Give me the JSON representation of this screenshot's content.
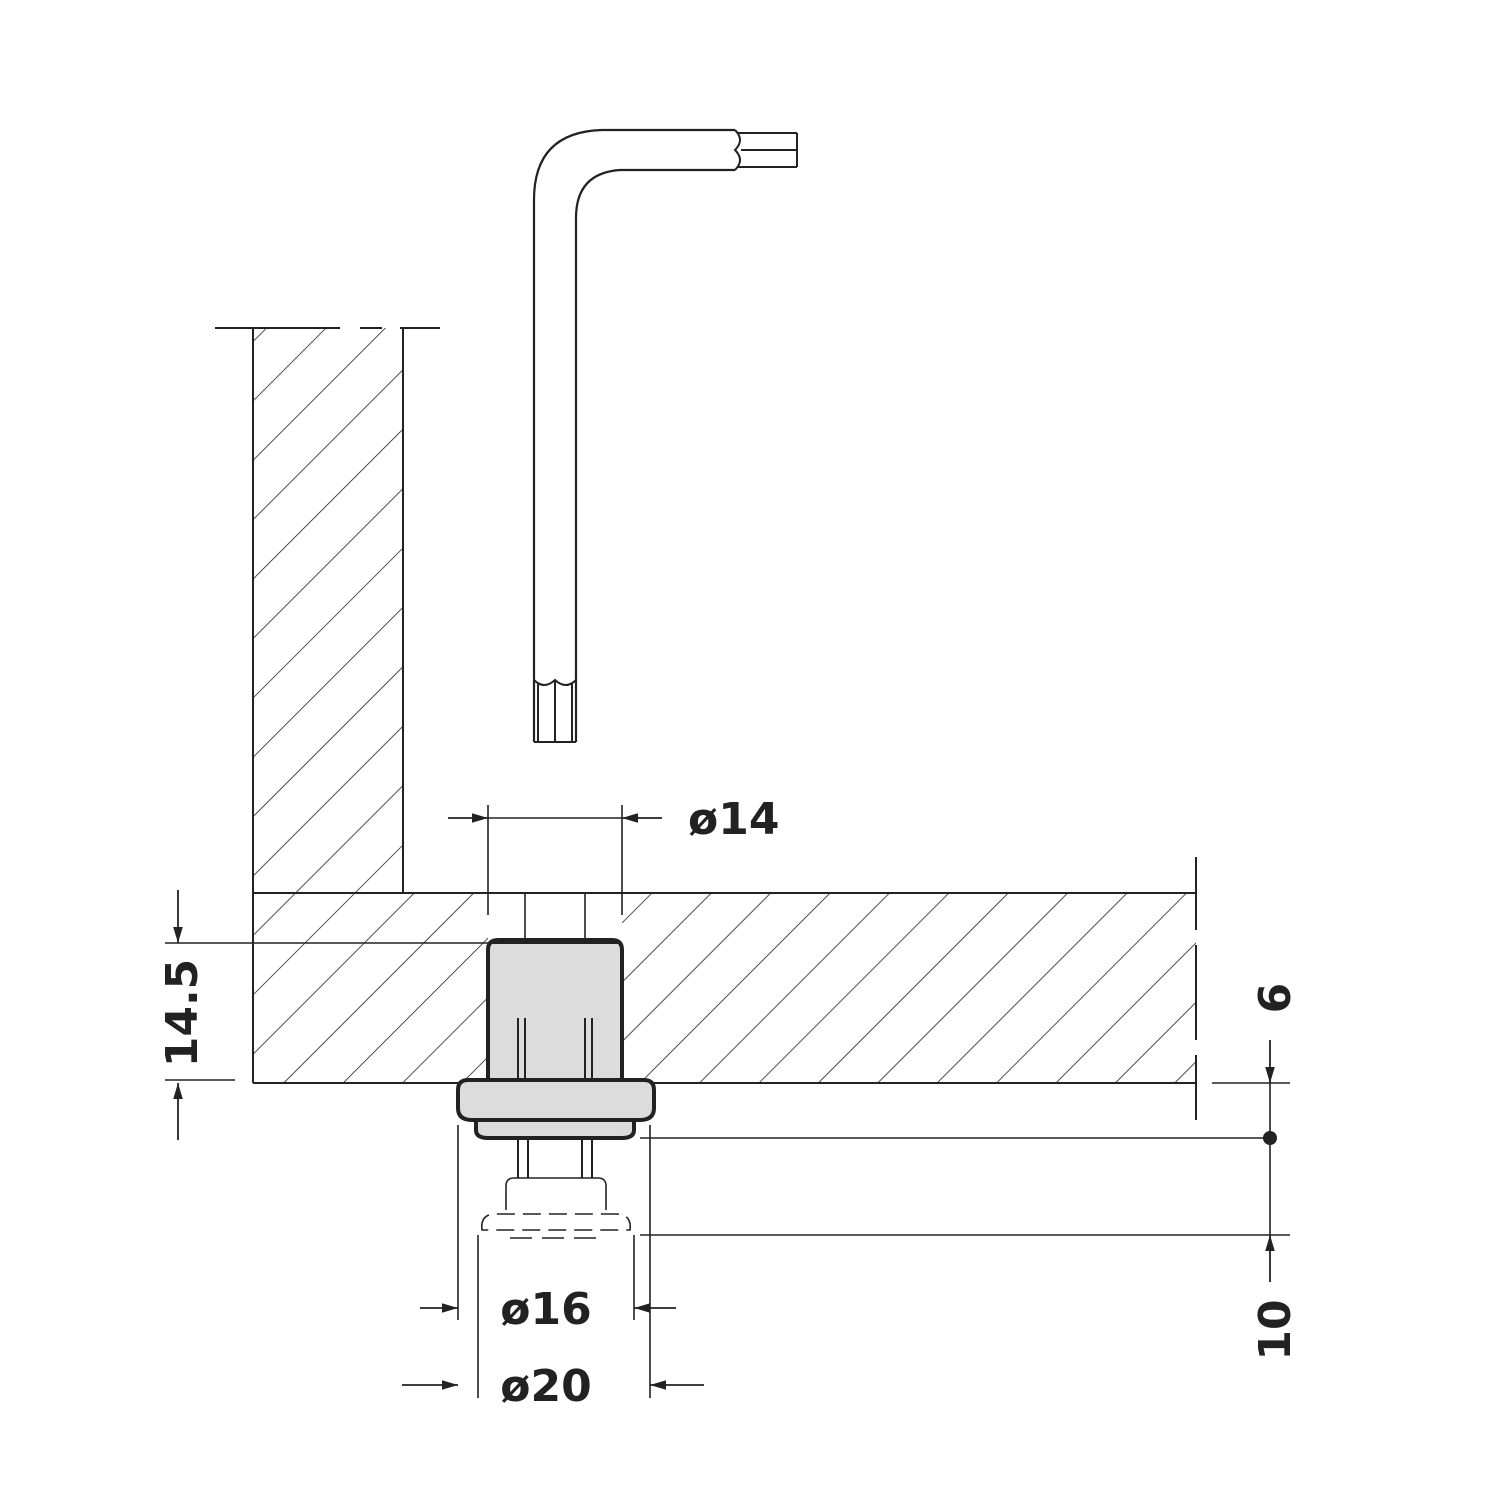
{
  "colors": {
    "line": "#222222",
    "fill_light": "#ffffff",
    "part_fill": "#dcdcdc",
    "background": "#ffffff"
  },
  "dimensions": {
    "bore_diameter": "ø14",
    "thread_diameter": "ø16",
    "flange_diameter": "ø20",
    "panel_thickness": "14.5",
    "adjust_top": "6",
    "adjust_bottom": "10"
  },
  "icons": {
    "tool": "hex-key-icon",
    "connector": "leveling-foot-icon"
  }
}
